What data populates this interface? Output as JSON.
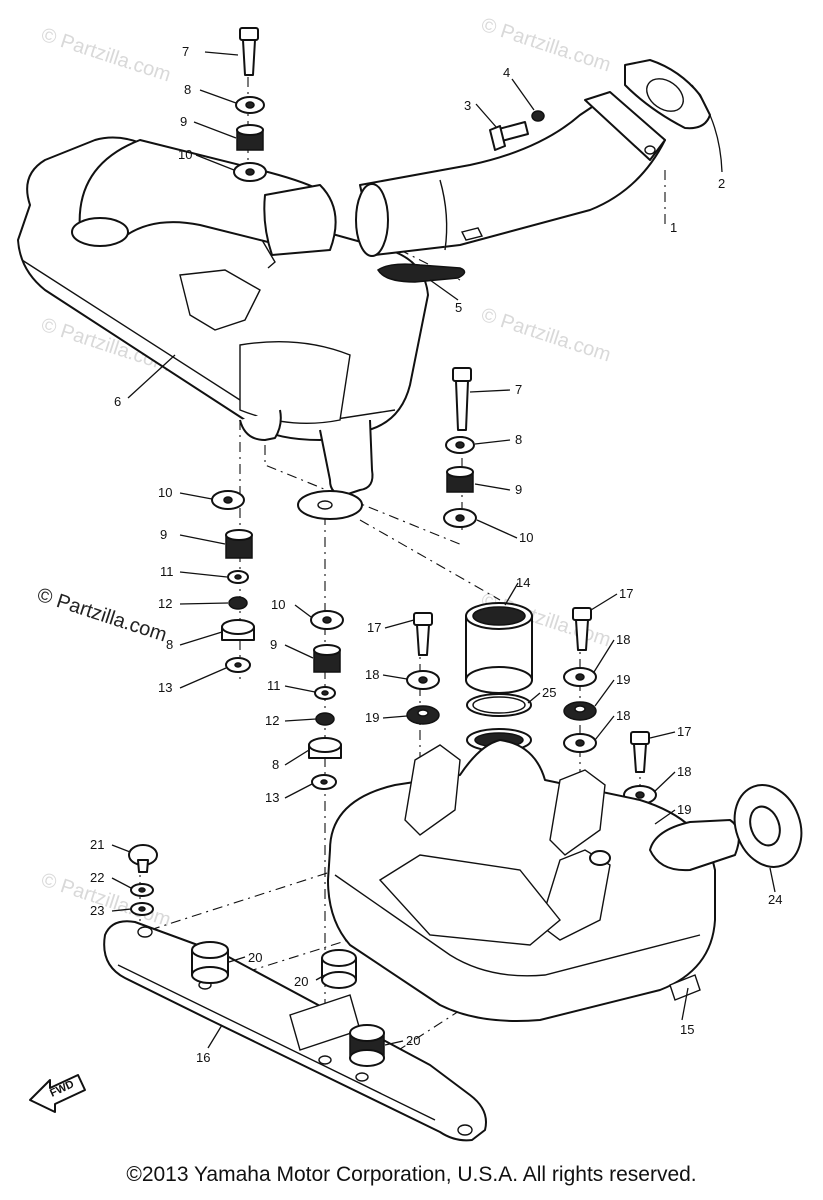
{
  "diagram": {
    "watermark_light": "© Partzilla.com",
    "watermark_dark": "© Partzilla.com",
    "fwd_label": "FWD",
    "callouts": {
      "c1": "1",
      "c2": "2",
      "c3": "3",
      "c4": "4",
      "c5": "5",
      "c6": "6",
      "c7a": "7",
      "c7b": "7",
      "c8a": "8",
      "c8b": "8",
      "c8c": "8",
      "c8d": "8",
      "c9a": "9",
      "c9b": "9",
      "c9c": "9",
      "c9d": "9",
      "c10a": "10",
      "c10b": "10",
      "c10c": "10",
      "c10d": "10",
      "c11a": "11",
      "c11b": "11",
      "c12a": "12",
      "c12b": "12",
      "c13a": "13",
      "c13b": "13",
      "c14": "14",
      "c15": "15",
      "c16": "16",
      "c17a": "17",
      "c17b": "17",
      "c17c": "17",
      "c18a": "18",
      "c18b": "18",
      "c18c": "18",
      "c18d": "18",
      "c19a": "19",
      "c19b": "19",
      "c19c": "19",
      "c20a": "20",
      "c20b": "20",
      "c20c": "20",
      "c21": "21",
      "c22": "22",
      "c23": "23",
      "c24": "24",
      "c25": "25"
    }
  },
  "footer": {
    "copyright": "©2013 Yamaha Motor Corporation, U.S.A. All rights reserved."
  }
}
